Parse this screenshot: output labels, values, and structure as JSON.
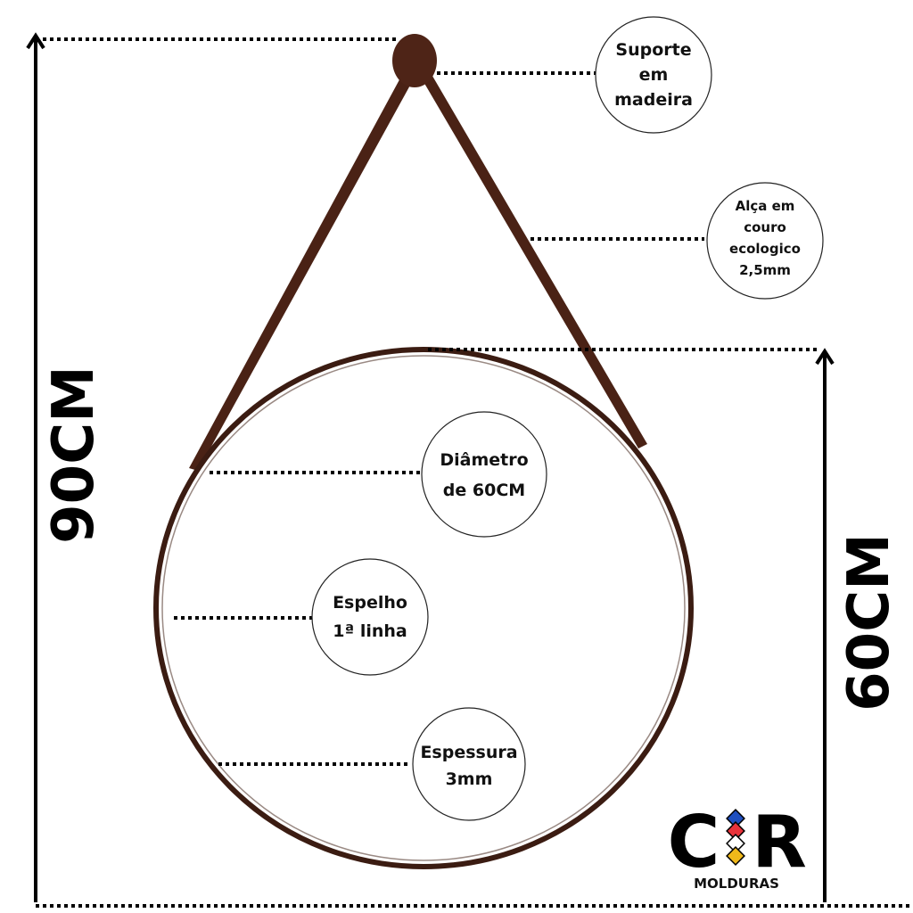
{
  "dimensions": {
    "height_label": "90CM",
    "diameter_label": "60CM"
  },
  "callouts": [
    {
      "lines": [
        "Suporte",
        "em",
        "madeira"
      ]
    },
    {
      "lines": [
        "Alça em",
        "couro",
        "ecologico",
        "2,5mm"
      ]
    },
    {
      "lines": [
        "Diâmetro",
        "de 60CM"
      ]
    },
    {
      "lines": [
        "Espelho",
        "1ª linha"
      ]
    },
    {
      "lines": [
        "Espessura",
        "3mm"
      ]
    }
  ],
  "logo": {
    "letters": "CR",
    "subtitle": "MOLDURAS",
    "colors": [
      "#1f4fbf",
      "#e8333a",
      "#ffffff",
      "#f0b81a"
    ]
  },
  "colors": {
    "strap": "#4a2215",
    "frame": "#3b1c12"
  }
}
